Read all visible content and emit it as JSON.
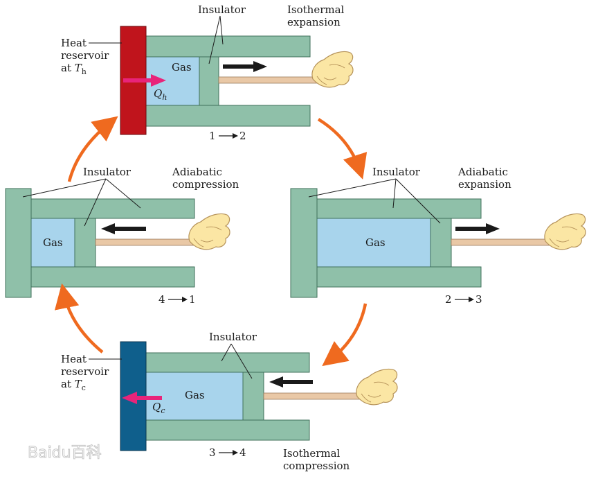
{
  "colors": {
    "cylinder": "#8fc0a9",
    "cylinder_stroke": "#3f6f5a",
    "gas": "#a8d4ec",
    "hot_reservoir": "#c0141c",
    "cold_reservoir": "#0f5f8c",
    "cycle_arrow": "#ef6a1f",
    "heat_arrow": "#e8247a",
    "motion_arrow": "#1a1a1a",
    "rod": "#e9c8a6"
  },
  "icons": [
    "hand-icon",
    "heat-flow-arrow-icon",
    "piston-motion-arrow-icon",
    "cycle-arrow-icon"
  ],
  "top": {
    "insulator": "Insulator",
    "title_1": "Isothermal",
    "title_2": "expansion",
    "gas": "Gas",
    "heat_sym": "Q",
    "heat_sub": "h",
    "step_from": "1",
    "step_to": "2",
    "reservoir_1": "Heat",
    "reservoir_2": "reservoir",
    "reservoir_at": "at",
    "reservoir_sym": "T",
    "reservoir_sub": "h"
  },
  "right": {
    "insulator": "Insulator",
    "title_1": "Adiabatic",
    "title_2": "expansion",
    "gas": "Gas",
    "step_from": "2",
    "step_to": "3"
  },
  "bottom": {
    "insulator": "Insulator",
    "title_1": "Isothermal",
    "title_2": "compression",
    "gas": "Gas",
    "heat_sym": "Q",
    "heat_sub": "c",
    "step_from": "3",
    "step_to": "4",
    "reservoir_1": "Heat",
    "reservoir_2": "reservoir",
    "reservoir_at": "at",
    "reservoir_sym": "T",
    "reservoir_sub": "c"
  },
  "left": {
    "insulator": "Insulator",
    "title_1": "Adiabatic",
    "title_2": "compression",
    "gas": "Gas",
    "step_from": "4",
    "step_to": "1"
  },
  "watermark": "Baidu百科"
}
